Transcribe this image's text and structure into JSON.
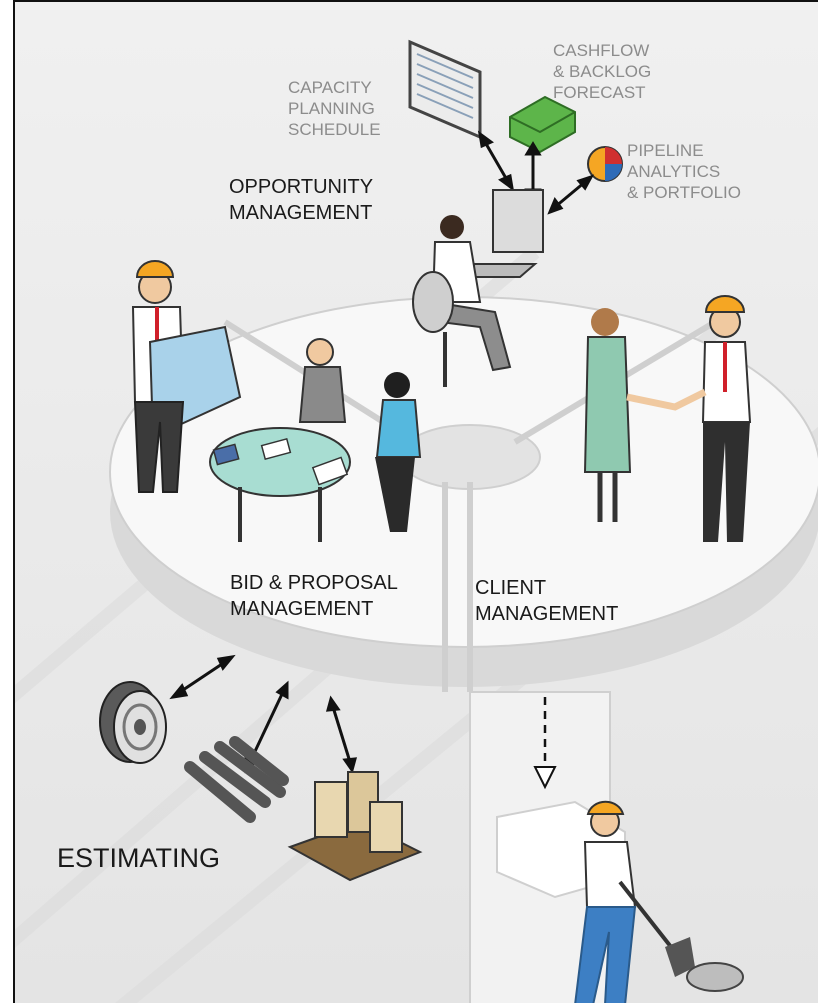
{
  "labels": {
    "capacity": [
      "CAPACITY",
      "PLANNING",
      "SCHEDULE"
    ],
    "cashflow": [
      "CASHFLOW",
      "& BACKLOG",
      "FORECAST"
    ],
    "pipeline": [
      "PIPELINE",
      "ANALYTICS",
      "& PORTFOLIO"
    ],
    "opportunity": [
      "OPPORTUNITY",
      "MANAGEMENT"
    ],
    "bid": [
      "BID & PROPOSAL",
      "MANAGEMENT"
    ],
    "client": [
      "CLIENT",
      "MANAGEMENT"
    ],
    "estimating": "ESTIMATING"
  },
  "colors": {
    "accent_orange": "#f5a623",
    "tie_red": "#d0202a",
    "platform": "#f7f7f7",
    "label_gray": "#8c8c8c"
  }
}
